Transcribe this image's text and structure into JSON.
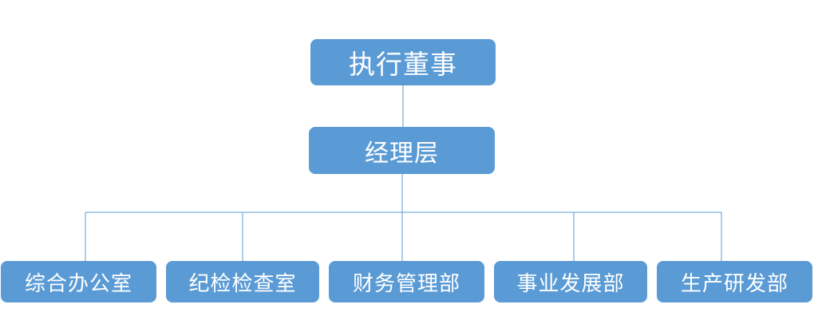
{
  "colors": {
    "node_fill": "#5b9bd5",
    "node_text": "#ffffff",
    "connector": "#5b9bd5"
  },
  "org": {
    "root": "执行董事",
    "middle": "经理层",
    "departments": [
      "综合办公室",
      "纪检检查室",
      "财务管理部",
      "事业发展部",
      "生产研发部"
    ]
  }
}
